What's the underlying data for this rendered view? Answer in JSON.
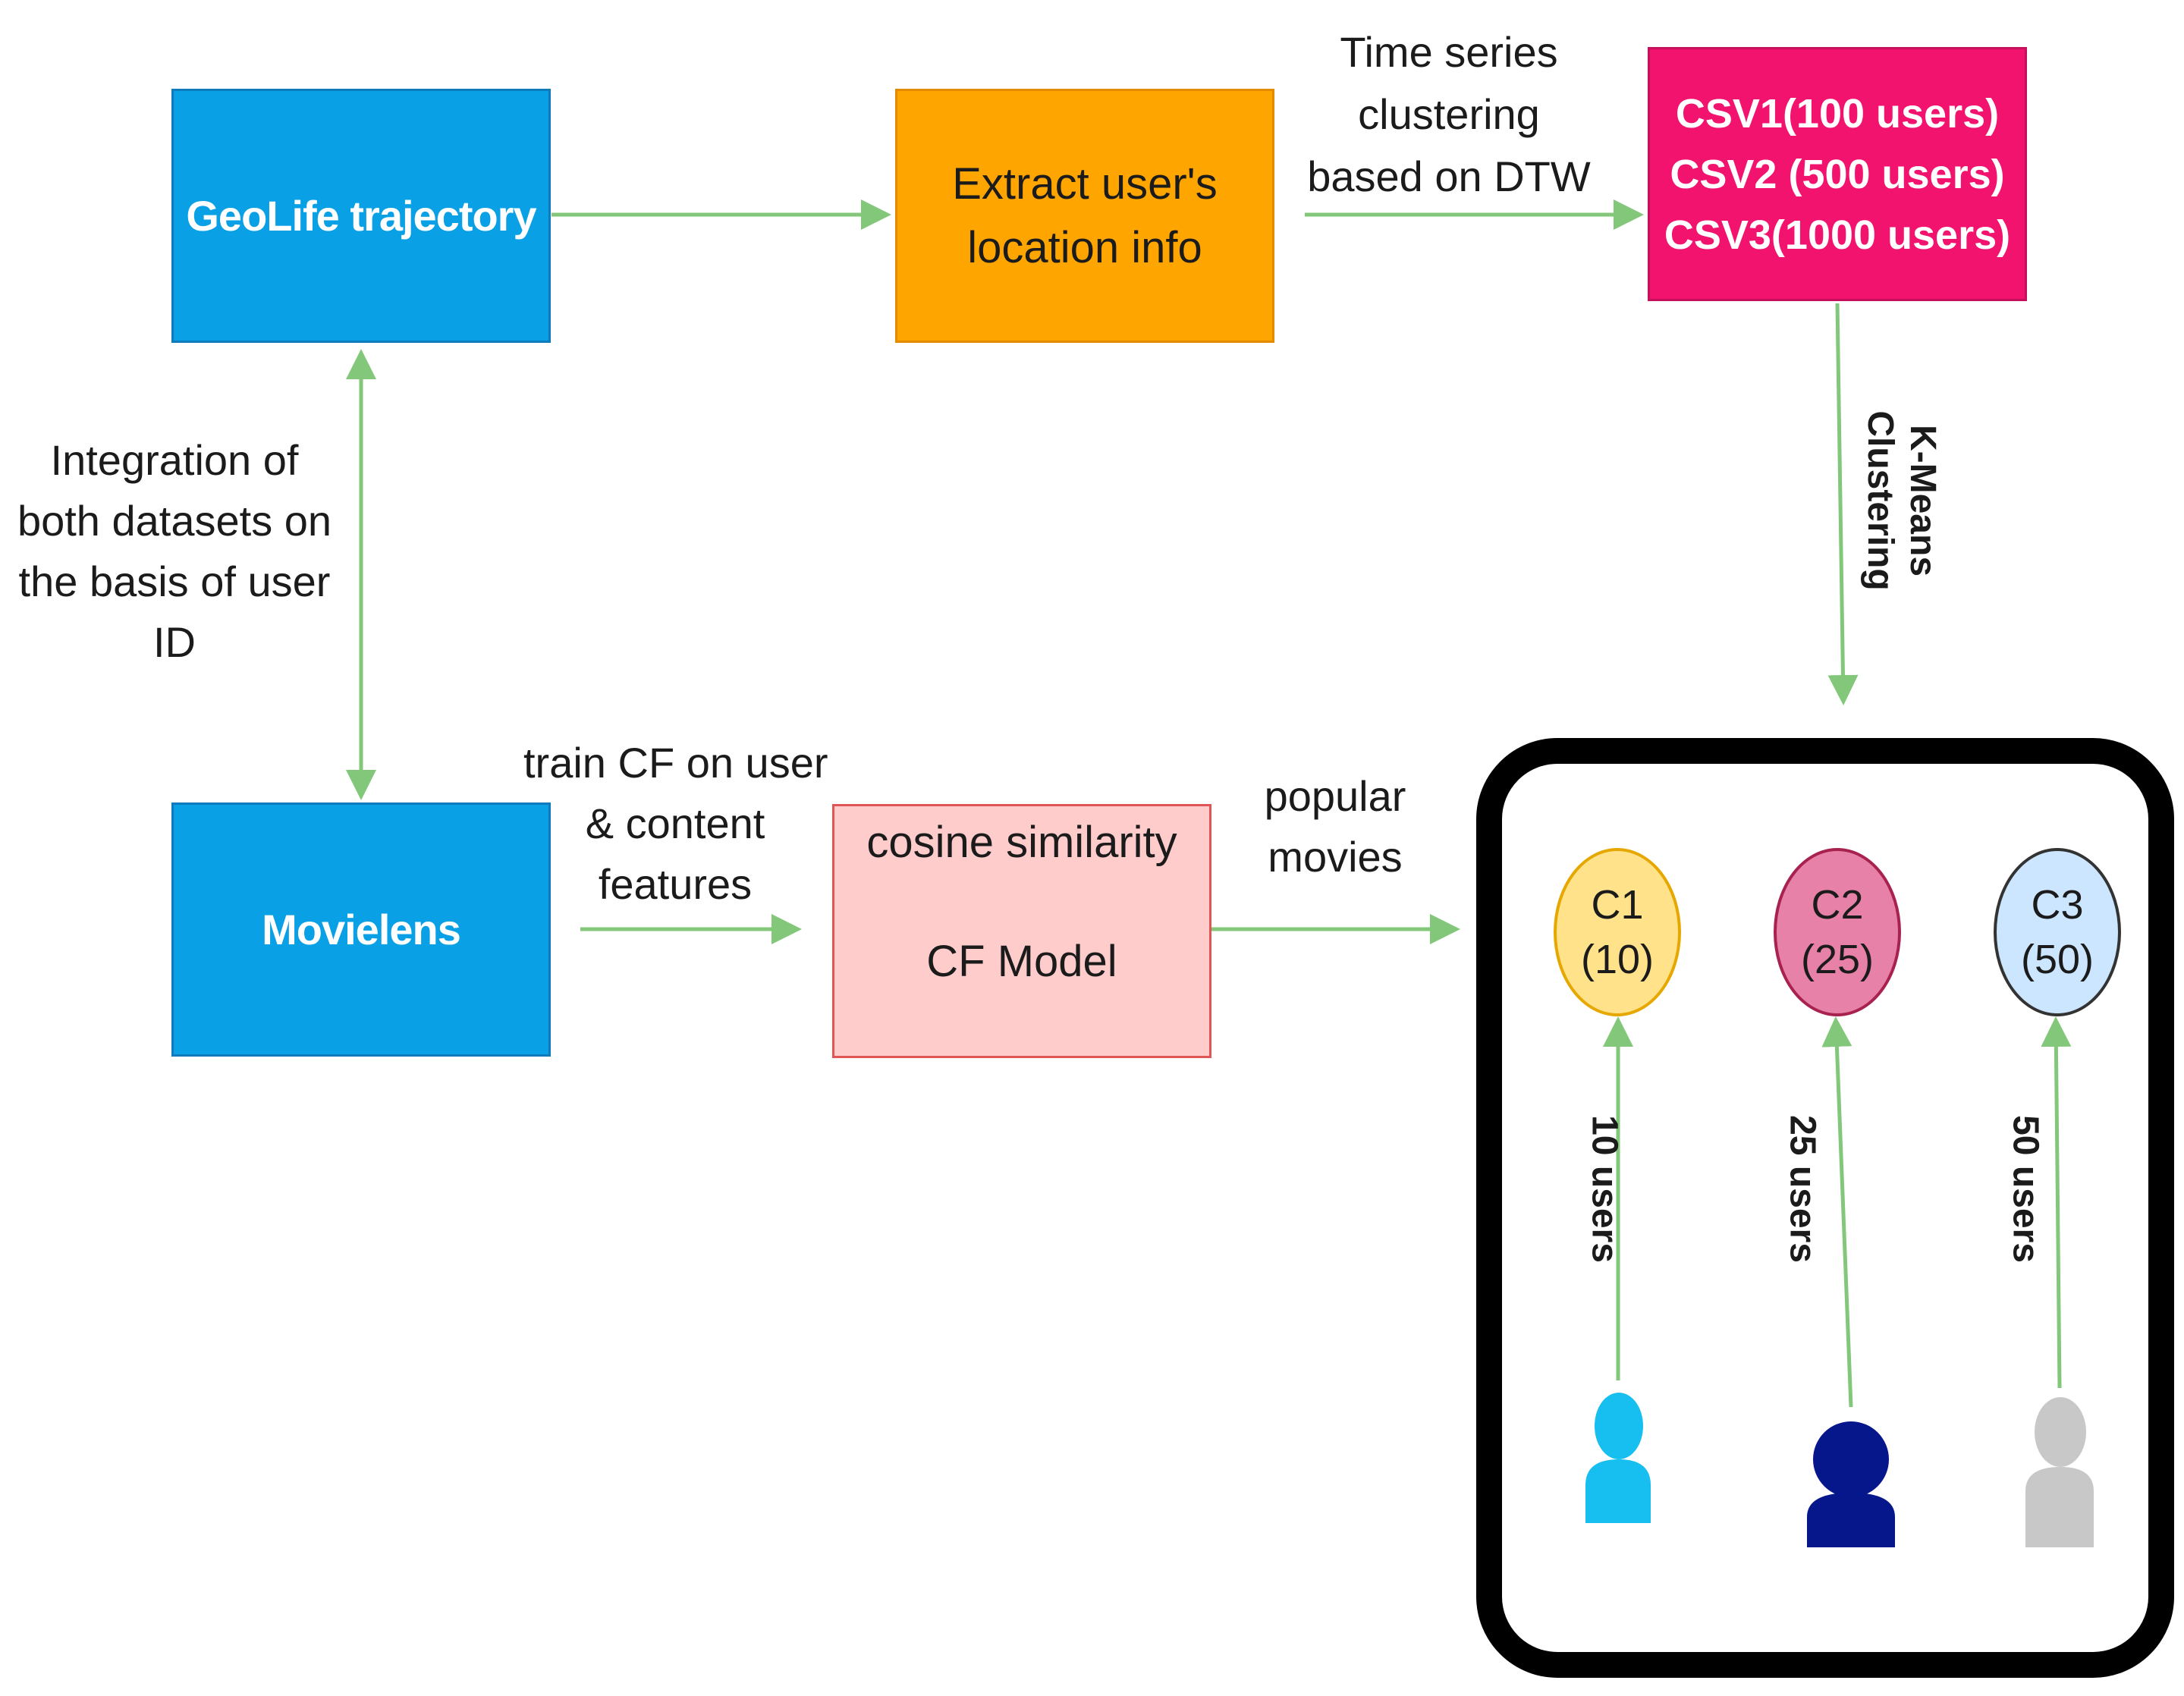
{
  "nodes": {
    "geolife": "GeoLife trajectory",
    "movielens": "Movielens",
    "extract_line1": "Extract user's",
    "extract_line2": "location info",
    "csv1": "CSV1(100 users)",
    "csv2": "CSV2 (500 users)",
    "csv3": "CSV3(1000 users)",
    "cosine": "cosine similarity",
    "cf_model": "CF Model"
  },
  "edge_labels": {
    "time_series": [
      "Time series",
      "clustering",
      "based on DTW"
    ],
    "kmeans": [
      "K-Means",
      "Clustering"
    ],
    "integration": [
      "Integration of",
      "both datasets on",
      "the basis of user",
      "ID"
    ],
    "train_cf": [
      "train CF on user",
      "& content",
      "features"
    ],
    "popular": [
      "popular",
      "movies"
    ]
  },
  "clusters": [
    {
      "name": "C1",
      "count": "(10)",
      "users_label": "10 users",
      "fill": "#ffe28a",
      "stroke": "#e6a800",
      "person_color": "#16bff0"
    },
    {
      "name": "C2",
      "count": "(25)",
      "users_label": "25 users",
      "fill": "#e881a8",
      "stroke": "#a8224f",
      "person_color": "#06178c"
    },
    {
      "name": "C3",
      "count": "(50)",
      "users_label": "50 users",
      "fill": "#cce6ff",
      "stroke": "#333333",
      "person_color": "#c8c8c8"
    }
  ],
  "colors": {
    "arrow": "#82c77a",
    "geolife_fill": "#0aa0e6",
    "extract_fill": "#ffa500",
    "csv_fill": "#f2136f",
    "cf_fill": "#ffcccc"
  }
}
